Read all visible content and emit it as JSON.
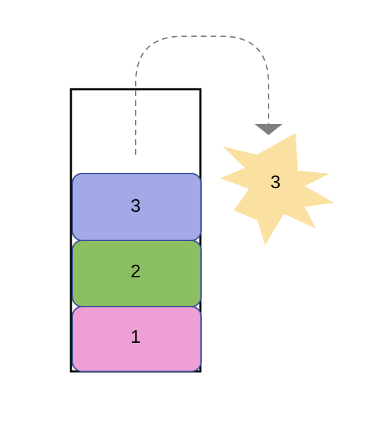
{
  "diagram": {
    "stack_items": [
      {
        "label": "3",
        "color": "#A3A9E6"
      },
      {
        "label": "2",
        "color": "#8CBF61"
      },
      {
        "label": "1",
        "color": "#EE9FD6"
      }
    ],
    "stack_item_border_color": "#3F5499",
    "container_border_color": "#000000",
    "popped_item": {
      "label": "3",
      "color": "#FBE1A1",
      "shape": "explosion-star"
    },
    "arrow": {
      "style": "dashed",
      "color": "#808080",
      "direction": "from-stack-top-to-popped-item"
    }
  }
}
